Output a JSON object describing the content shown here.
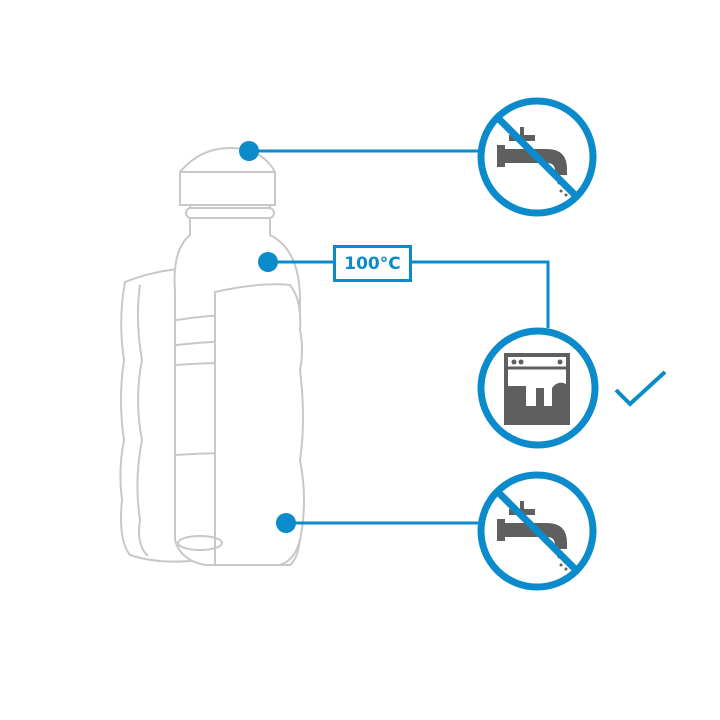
{
  "colors": {
    "accent": "#0b8bcb",
    "outline": "#c8c8c8",
    "icon": "#5f5f5f"
  },
  "temperature_label": "100°C",
  "callouts": [
    {
      "part": "cap",
      "icon": "no-running-water-icon",
      "allowed": false
    },
    {
      "part": "bottle",
      "icon": "dishwasher-icon",
      "allowed": true
    },
    {
      "part": "sleeve",
      "icon": "no-running-water-icon",
      "allowed": false
    }
  ]
}
